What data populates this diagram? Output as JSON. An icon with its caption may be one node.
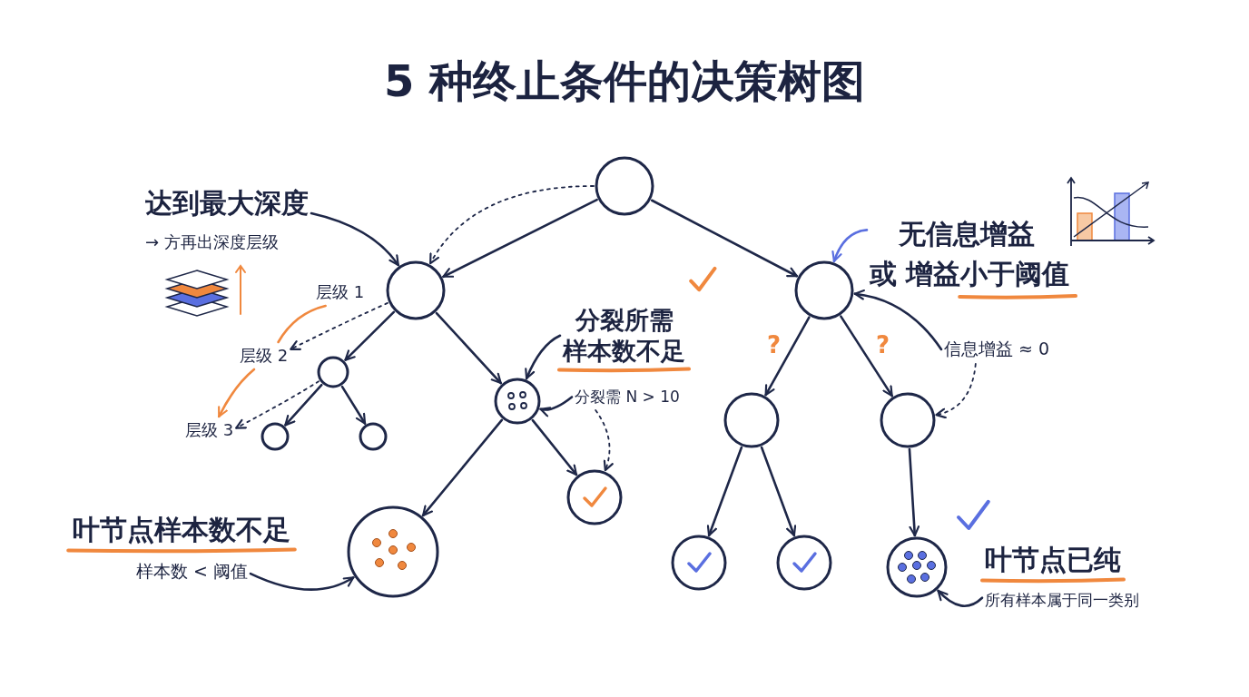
{
  "diagram": {
    "title": "5 种终止条件的决策树图",
    "nodes": [
      {
        "text": [],
        "shape": "circle"
      },
      {
        "text": [],
        "shape": "circle"
      },
      {
        "text": [],
        "shape": "circle"
      },
      {
        "text": [],
        "shape": "circle"
      },
      {
        "text": [],
        "shape": "circle"
      },
      {
        "text": [],
        "shape": "circle"
      },
      {
        "text": [],
        "shape": "circle"
      },
      {
        "text": [],
        "shape": "circle"
      },
      {
        "text": [],
        "shape": "circle"
      },
      {
        "text": [],
        "shape": "circle"
      },
      {
        "text": [],
        "shape": "circle"
      },
      {
        "text": [],
        "shape": "circle"
      },
      {
        "text": [],
        "shape": "circle"
      },
      {
        "text": [],
        "shape": "circle"
      },
      {
        "text": [
          "达到最大深度",
          "→ 方再出深度层级"
        ]
      },
      {
        "text": [
          "层级 1"
        ]
      },
      {
        "text": [
          "层级 2"
        ]
      },
      {
        "text": [
          "层级 3"
        ]
      },
      {
        "text": [
          "分裂所需样本数不足"
        ]
      },
      {
        "text": [
          "分裂需 N > 10"
        ]
      },
      {
        "text": [
          "无信息增益或 增益小于阈值"
        ]
      },
      {
        "text": [
          "信息增益 ≈ 0"
        ]
      },
      {
        "text": [
          "叶节点样本数不足",
          "样本数 < 阈值"
        ]
      },
      {
        "text": [
          "叶节点已纯",
          "所有样本属于同一类别"
        ]
      }
    ],
    "edges": [
      {
        "from": 0,
        "to": 1,
        "arrow": "to"
      },
      {
        "from": 0,
        "to": 2,
        "arrow": "to"
      },
      {
        "from": 1,
        "to": 3,
        "arrow": "to"
      },
      {
        "from": 1,
        "to": 4,
        "arrow": "to"
      },
      {
        "from": 3,
        "to": 5,
        "arrow": "to"
      },
      {
        "from": 3,
        "to": 6,
        "arrow": "to"
      },
      {
        "from": 4,
        "to": 7,
        "arrow": "to"
      },
      {
        "from": 4,
        "to": 8,
        "arrow": "to"
      },
      {
        "from": 2,
        "to": 9,
        "arrow": "to"
      },
      {
        "from": 2,
        "to": 10,
        "arrow": "to"
      },
      {
        "from": 9,
        "to": 11,
        "arrow": "to"
      },
      {
        "from": 9,
        "to": 12,
        "arrow": "to"
      },
      {
        "from": 10,
        "to": 13,
        "arrow": "to"
      },
      {
        "from": 0,
        "to": 1,
        "arrow": "to",
        "style": "dashed"
      },
      {
        "from": 14,
        "to": 1,
        "arrow": "to"
      },
      {
        "from": 15,
        "to": 16,
        "arrow": "none",
        "color": "#f0883e"
      },
      {
        "from": 16,
        "to": 17,
        "arrow": "to",
        "color": "#f0883e"
      },
      {
        "from": 1,
        "to": 16,
        "arrow": "to",
        "style": "dashed"
      },
      {
        "from": 3,
        "to": 17,
        "arrow": "to",
        "style": "dashed"
      },
      {
        "from": 18,
        "to": 4,
        "arrow": "to"
      },
      {
        "from": 19,
        "to": 4,
        "arrow": "to"
      },
      {
        "from": 19,
        "to": 8,
        "arrow": "to",
        "style": "dashed"
      },
      {
        "from": 20,
        "to": 2,
        "arrow": "to",
        "color": "#5a6fe0"
      },
      {
        "from": 21,
        "to": 2,
        "arrow": "to"
      },
      {
        "from": 21,
        "to": 10,
        "arrow": "to",
        "style": "dashed"
      },
      {
        "from": 22,
        "to": 7,
        "arrow": "to"
      },
      {
        "from": 23,
        "to": 13,
        "arrow": "to"
      }
    ],
    "labels": [
      "?",
      "?"
    ]
  }
}
